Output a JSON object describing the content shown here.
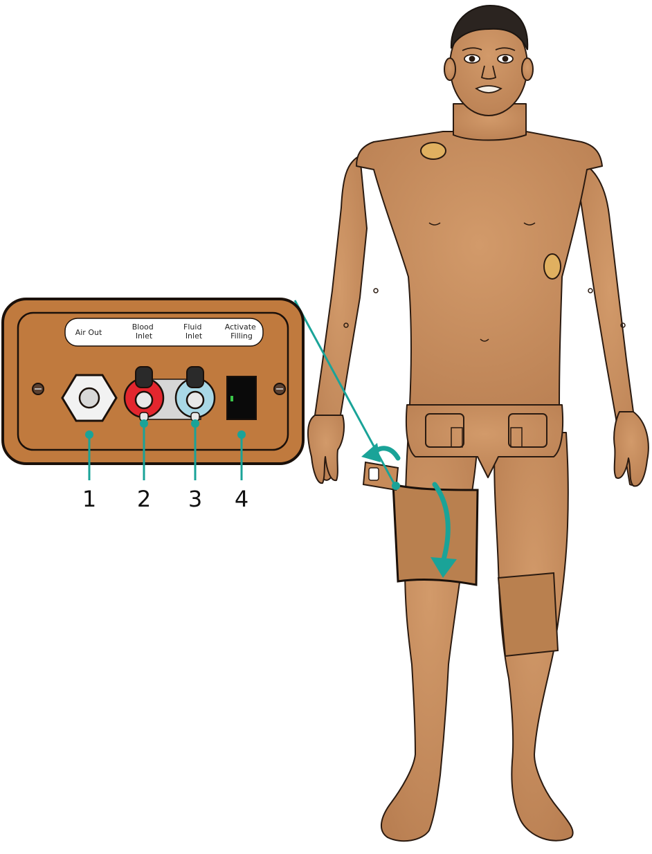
{
  "panel": {
    "labels": [
      {
        "id": "air-out",
        "text": "Air Out"
      },
      {
        "id": "blood-inlet",
        "text": "Blood Inlet"
      },
      {
        "id": "fluid-inlet",
        "text": "Fluid Inlet"
      },
      {
        "id": "activate-filling",
        "text": "Activate Filling"
      }
    ],
    "callouts": [
      "1",
      "2",
      "3",
      "4"
    ]
  },
  "colors": {
    "skin": "#c68c5c",
    "skin_outline": "#2a1a10",
    "panel_brown": "#c07a3e",
    "teal": "#1aa398",
    "blood_port": "#e3262e",
    "fluid_port": "#a9d8e6",
    "hair": "#2b2420"
  },
  "icons": [
    "air-out-connector-icon",
    "blood-inlet-port-icon",
    "fluid-inlet-port-icon",
    "activate-filling-switch-icon",
    "screw-icon",
    "arrow-icon"
  ]
}
